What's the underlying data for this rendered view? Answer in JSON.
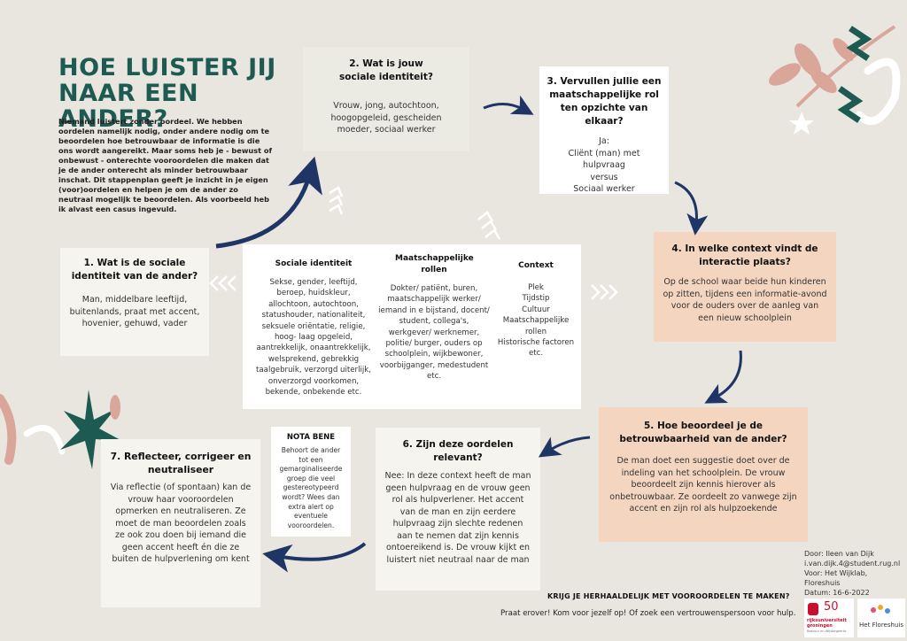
{
  "title": "HOE LUISTER JIJ NAAR EEN ANDER?",
  "intro": "Niemand luistert zonder oordeel. We hebben oordelen namelijk nodig, onder andere nodig om te beoordelen hoe betrouwbaar de informatie is die ons wordt aangereikt. Maar soms heb je - bewust of onbewust - onterechte vooroordelen die maken dat je de ander onterecht als minder betrouwbaar inschat. Dit stappenplan geeft je inzicht in je eigen (voor)oordelen en helpen je om de ander zo neutraal mogelijk te beoordelen. Als voorbeeld heb ik alvast een casus ingevuld.",
  "steps": {
    "s1": {
      "heading": "1.  Wat is de sociale identiteit van de ander?",
      "body": "Man, middelbare leeftijd, buitenlands, praat met accent, hovenier, gehuwd, vader"
    },
    "s2": {
      "heading": "2. Wat is jouw sociale identiteit?",
      "body": "Vrouw, jong, autochtoon, hoogopgeleid, gescheiden moeder, sociaal werker"
    },
    "s3": {
      "heading": "3. Vervullen jullie een maatschappelijke rol ten opzichte van elkaar?",
      "body": "Ja:\nCliënt (man) met hulpvraag\nversus\nSociaal werker"
    },
    "s4": {
      "heading": "4. In welke context vindt de interactie plaats?",
      "body": "Op de school waar beide hun kinderen  op zitten, tijdens een informatie-avond voor de ouders over de aanleg van een nieuw schoolplein"
    },
    "s5": {
      "heading": "5. Hoe beoordeel je de betrouwbaarheid van de ander?",
      "body": "De man doet een suggestie doet over de indeling van het schoolplein. De vrouw beoordeelt zijn kennis hierover als onbetrouwbaar. Ze oordeelt zo vanwege zijn accent en zijn rol als hulpzoekende"
    },
    "s6": {
      "heading": "6. Zijn deze oordelen relevant?",
      "body": "Nee: In deze context heeft de man geen hulpvraag en de vrouw geen rol als hulpverlener. Het accent van de man en zijn eerdere hulpvraag zijn slechte redenen aan te nemen dat zijn kennis ontoereikend is. De vrouw kijkt en luistert niet neutraal naar de man"
    },
    "s7": {
      "heading": "7. Reflecteer, corrigeer en neutraliseer",
      "body": "Via reflectie (of spontaan) kan de vrouw haar vooroordelen opmerken en neutraliseren. Ze moet de man beoordelen zoals ze ook zou doen bij iemand die geen accent heeft én die ze buiten de hulpverlening om kent"
    }
  },
  "center": {
    "col1": {
      "heading": "Sociale identiteit",
      "body": "Sekse, gender, leeftijd, beroep, huidskleur, allochtoon, autochtoon, statushouder, nationaliteit, seksuele oriëntatie, religie, hoog- laag opgeleid, aantrekkelijk, onaantrekkelijk, welsprekend, gebrekkig taalgebruik, verzorgd uiterlijk, onverzorgd voorkomen, bekende, onbekende etc."
    },
    "col2": {
      "heading": "Maatschappelijke rollen",
      "body": "Dokter/ patiënt, buren, maatschappelijk werker/ iemand in e bijstand, docent/ student, collega's, werkgever/ werknemer, politie/ burger, ouders op schoolplein, wijkbewoner, voorbijganger, medestudent etc."
    },
    "col3": {
      "heading": "Context",
      "body": "Plek\nTijdstip\nCultuur\nMaatschappelijke rollen\nHistorische factoren\netc."
    }
  },
  "nota": {
    "heading": "NOTA BENE",
    "body": "Behoort de ander tot een gemarginaliseerde groep die veel gestereotypeerd wordt? Wees dan extra alert op eventuele vooroordelen."
  },
  "credits": [
    "Door: Ileen van Dijk",
    "i.van.dijk.4@student.rug.nl",
    "Voor: Het Wijklab, Floreshuis",
    "Datum: 16-6-2022"
  ],
  "bottom": {
    "question": "KRIJG JE HERHAALDELIJK MET VOOROORDELEN TE MAKEN?",
    "answer": "Praat erover! Kom voor jezelf op! Of zoek een vertrouwenspersoon voor hulp."
  },
  "logos": {
    "rug_number": "50",
    "rug_name": "rijksuniversiteit groningen",
    "rug_sub": "Bestuur en Wijsbegeerte",
    "floreshuis": "Het Floreshuis"
  },
  "colors": {
    "teal": "#1d5a52",
    "navy": "#1f3566",
    "peach": "#f4d6c0",
    "pink": "#d9a699",
    "rug_red": "#c8102e"
  }
}
